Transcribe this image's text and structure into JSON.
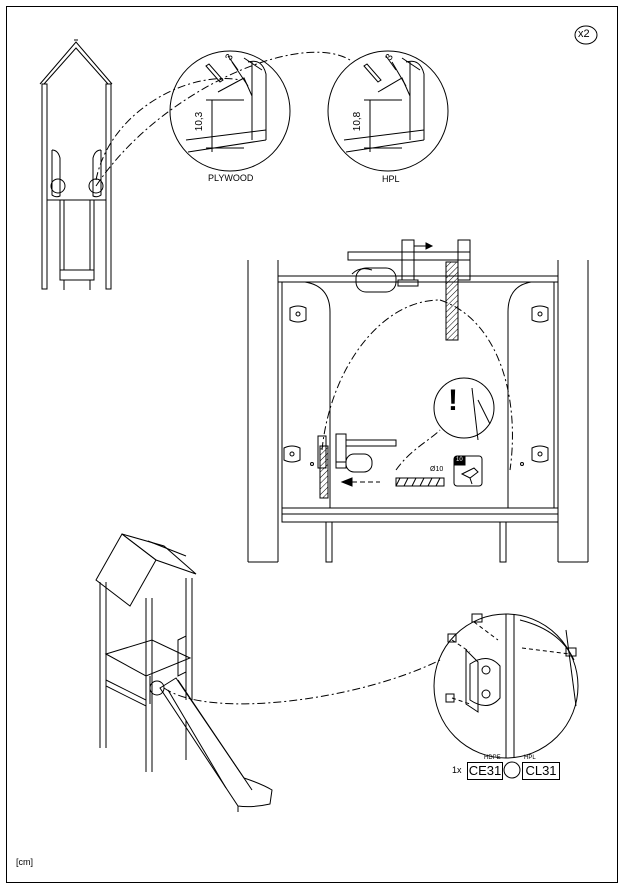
{
  "page": {
    "quantity_badge": "x2",
    "unit_label": "[cm]"
  },
  "detail_plywood": {
    "dimension_offset": "3",
    "dimension_height": "10,3",
    "material_label": "PLYWOOD"
  },
  "detail_hpl": {
    "dimension_offset": "3",
    "dimension_height": "10,8",
    "material_label": "HPL"
  },
  "drill_step": {
    "warning_symbol": "!",
    "drill_diameter": "Ø10",
    "tool_size": "10"
  },
  "parts": {
    "quantity": "1x",
    "material_a": "HDPE",
    "material_b": "HPL",
    "code_a": "CE31",
    "code_b": "CL31"
  }
}
